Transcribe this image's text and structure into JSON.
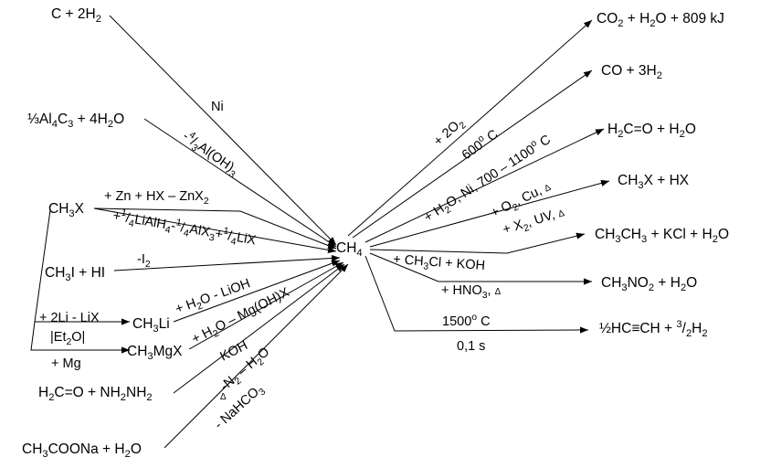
{
  "center": {
    "label": "CH",
    "sub": "4"
  },
  "reactants": {
    "c_h2": [
      {
        "t": "C + 2H"
      },
      {
        "t": "2",
        "s": "sub"
      }
    ],
    "al4c3": [
      {
        "t": "⅓Al"
      },
      {
        "t": "4",
        "s": "sub"
      },
      {
        "t": "C"
      },
      {
        "t": "3",
        "s": "sub"
      },
      {
        "t": " + 4H"
      },
      {
        "t": "2",
        "s": "sub"
      },
      {
        "t": "O"
      }
    ],
    "ch3x": [
      {
        "t": "CH"
      },
      {
        "t": "3",
        "s": "sub"
      },
      {
        "t": "X"
      }
    ],
    "ch3i_hi": [
      {
        "t": "CH"
      },
      {
        "t": "3",
        "s": "sub"
      },
      {
        "t": "I + HI"
      }
    ],
    "ch3li": [
      {
        "t": "CH"
      },
      {
        "t": "3",
        "s": "sub"
      },
      {
        "t": "Li"
      }
    ],
    "ch3mgx": [
      {
        "t": "CH"
      },
      {
        "t": "3",
        "s": "sub"
      },
      {
        "t": "MgX"
      }
    ],
    "h2co_hydrazine": [
      {
        "t": "H"
      },
      {
        "t": "2",
        "s": "sub"
      },
      {
        "t": "C=O + NH"
      },
      {
        "t": "2",
        "s": "sub"
      },
      {
        "t": "NH"
      },
      {
        "t": "2",
        "s": "sub"
      }
    ],
    "ch3coona": [
      {
        "t": "CH"
      },
      {
        "t": "3",
        "s": "sub"
      },
      {
        "t": "COONa + H"
      },
      {
        "t": "2",
        "s": "sub"
      },
      {
        "t": "O"
      }
    ]
  },
  "products": {
    "combustion": [
      {
        "t": "CO"
      },
      {
        "t": "2",
        "s": "sub"
      },
      {
        "t": " + H"
      },
      {
        "t": "2",
        "s": "sub"
      },
      {
        "t": "O + 809 kJ"
      }
    ],
    "syngas": [
      {
        "t": "CO + 3H"
      },
      {
        "t": "2",
        "s": "sub"
      }
    ],
    "formaldehyde": [
      {
        "t": "H"
      },
      {
        "t": "2",
        "s": "sub"
      },
      {
        "t": "C=O + H"
      },
      {
        "t": "2",
        "s": "sub"
      },
      {
        "t": "O"
      }
    ],
    "halomethane": [
      {
        "t": "CH"
      },
      {
        "t": "3",
        "s": "sub"
      },
      {
        "t": "X + HX"
      }
    ],
    "ethane": [
      {
        "t": "CH"
      },
      {
        "t": "3",
        "s": "sub"
      },
      {
        "t": "CH"
      },
      {
        "t": "3",
        "s": "sub"
      },
      {
        "t": " + KCl + H"
      },
      {
        "t": "2",
        "s": "sub"
      },
      {
        "t": "O"
      }
    ],
    "nitromethane": [
      {
        "t": "CH"
      },
      {
        "t": "3",
        "s": "sub"
      },
      {
        "t": "NO"
      },
      {
        "t": "2",
        "s": "sub"
      },
      {
        "t": " + H"
      },
      {
        "t": "2",
        "s": "sub"
      },
      {
        "t": "O"
      }
    ],
    "acetylene": [
      {
        "t": "½HC≡CH + "
      },
      {
        "t": "3",
        "s": "sup"
      },
      {
        "t": "/"
      },
      {
        "t": "2",
        "s": "sub"
      },
      {
        "t": "H"
      },
      {
        "t": "2",
        "s": "sub"
      }
    ]
  },
  "conditions": {
    "ni": [
      {
        "t": "Ni"
      }
    ],
    "al_oh3": [
      {
        "t": "-"
      },
      {
        "t": "4",
        "s": "sup"
      },
      {
        "t": "/"
      },
      {
        "t": "3",
        "s": "sub"
      },
      {
        "t": "Al(OH)"
      },
      {
        "t": "3",
        "s": "sub"
      }
    ],
    "zn_hx": [
      {
        "t": "+ Zn + HX – ZnX"
      },
      {
        "t": "2",
        "s": "sub"
      }
    ],
    "lialh4": [
      {
        "t": "+"
      },
      {
        "t": "1",
        "s": "sup"
      },
      {
        "t": "/"
      },
      {
        "t": "4",
        "s": "sub"
      },
      {
        "t": "LiAlH"
      },
      {
        "t": "4",
        "s": "sub"
      },
      {
        "t": "-"
      },
      {
        "t": "1",
        "s": "sup"
      },
      {
        "t": "/"
      },
      {
        "t": "4",
        "s": "sub"
      },
      {
        "t": "AlX"
      },
      {
        "t": "3",
        "s": "sub"
      },
      {
        "t": "+"
      },
      {
        "t": "1",
        "s": "sup"
      },
      {
        "t": "/"
      },
      {
        "t": "4",
        "s": "sub"
      },
      {
        "t": "LiX"
      }
    ],
    "minus_i2": [
      {
        "t": "-I"
      },
      {
        "t": "2",
        "s": "sub"
      }
    ],
    "h2o_lioh": [
      {
        "t": "+ H"
      },
      {
        "t": "2",
        "s": "sub"
      },
      {
        "t": "O - LiOH"
      }
    ],
    "h2o_mgohx": [
      {
        "t": "+ H"
      },
      {
        "t": "2",
        "s": "sub"
      },
      {
        "t": "O – Mg(OH)X"
      }
    ],
    "koh": [
      {
        "t": "KOH"
      }
    ],
    "n2_h2o": [
      {
        "t": "-N"
      },
      {
        "t": "2",
        "s": "sub"
      },
      {
        "t": " – H"
      },
      {
        "t": "2",
        "s": "sub"
      },
      {
        "t": "O"
      }
    ],
    "heat": [
      {
        "t": "Δ",
        "s": "small"
      }
    ],
    "nahco3": [
      {
        "t": "- NaHCO"
      },
      {
        "t": "3",
        "s": "sub"
      }
    ],
    "li": [
      {
        "t": "+ 2Li - LiX"
      }
    ],
    "et2o": [
      {
        "t": "|Et"
      },
      {
        "t": "2",
        "s": "sub"
      },
      {
        "t": "O|"
      }
    ],
    "mg": [
      {
        "t": "+ Mg"
      }
    ],
    "o2": [
      {
        "t": "+ 2O"
      },
      {
        "t": "2",
        "s": "sub"
      }
    ],
    "t600": [
      {
        "t": "600"
      },
      {
        "t": "o",
        "s": "sup"
      },
      {
        "t": " C"
      }
    ],
    "steam": [
      {
        "t": "+ H"
      },
      {
        "t": "2",
        "s": "sub"
      },
      {
        "t": "O, Ni, 700 – 1100"
      },
      {
        "t": "o",
        "s": "sup"
      },
      {
        "t": " C"
      }
    ],
    "o2_cu": [
      {
        "t": "+ O"
      },
      {
        "t": "2",
        "s": "sub"
      },
      {
        "t": ", Cu, "
      },
      {
        "t": "Δ",
        "s": "small"
      }
    ],
    "x2_uv": [
      {
        "t": "+ X"
      },
      {
        "t": "2",
        "s": "sub"
      },
      {
        "t": ", UV, "
      },
      {
        "t": "Δ",
        "s": "small"
      }
    ],
    "ch3cl_koh": [
      {
        "t": "+ CH"
      },
      {
        "t": "3",
        "s": "sub"
      },
      {
        "t": "Cl + KOH"
      }
    ],
    "hno3": [
      {
        "t": "+ HNO"
      },
      {
        "t": "3",
        "s": "sub"
      },
      {
        "t": ", "
      },
      {
        "t": "Δ",
        "s": "small"
      }
    ],
    "t1500": [
      {
        "t": "1500"
      },
      {
        "t": "o",
        "s": "sup"
      },
      {
        "t": " C"
      }
    ],
    "time": [
      {
        "t": "0,1 s"
      }
    ]
  }
}
